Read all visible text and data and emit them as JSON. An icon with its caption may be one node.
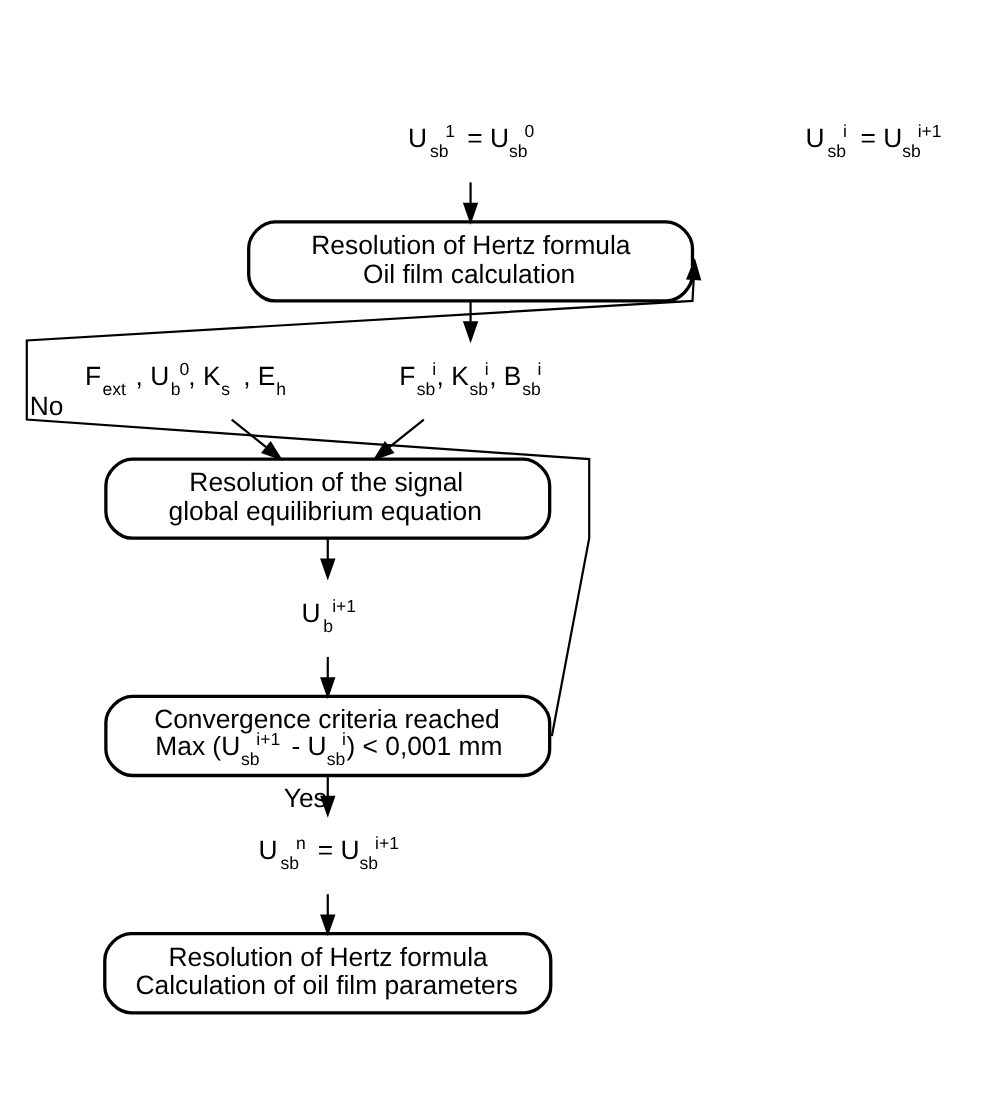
{
  "diagram": {
    "nodes": [
      {
        "text": [
          "U$_{sb}$$^{1}$ = U$_{sb}$$^{0}$"
        ]
      },
      {
        "text": [
          "Resolution of Hertz formula",
          "Oil film calculation"
        ]
      },
      {
        "text": [
          "F$_{sb}$$^{i}$, K$_{sb}$$^{i}$, B$_{sb}$$^{i}$"
        ]
      },
      {
        "text": [
          "F$_{ext}$ , U$_{b}$$^{0}$, K$_{s}$ , E$_{h}$"
        ]
      },
      {
        "text": [
          "Resolution of the signal global equilibrium equation"
        ]
      },
      {
        "text": [
          "U$_{b}$$^{i+1}$"
        ]
      },
      {
        "text": [
          "Convergence criteria reached",
          "Max (U$_{sb}$$^{i+1}$ - U$_{sb}$$^{i}$) < 0,001 mm"
        ]
      },
      {
        "text": [
          "U$_{sb}$$^{n}$ = U$_{sb}$$^{i+1}$"
        ]
      },
      {
        "text": [
          "Resolution of Hertz formula",
          "Calculation of oil film parameters"
        ]
      }
    ],
    "edges": [
      {
        "from": 0,
        "to": 1,
        "arrow": "to"
      },
      {
        "from": 1,
        "to": 2,
        "arrow": "to"
      },
      {
        "from": 2,
        "to": 4,
        "arrow": "to"
      },
      {
        "from": 3,
        "to": 4,
        "arrow": "to"
      },
      {
        "from": 4,
        "to": 5,
        "arrow": "to"
      },
      {
        "from": 5,
        "to": 6,
        "arrow": "to"
      },
      {
        "from": 6,
        "to": 1,
        "arrow": "to",
        "label": "No"
      },
      {
        "from": 6,
        "to": 7,
        "arrow": "to",
        "label": "Yes"
      },
      {
        "from": 7,
        "to": 8,
        "arrow": "to"
      }
    ],
    "labels": [
      "U$_{sb}$$^{i}$ = U$_{sb}$$^{i+1}$"
    ]
  }
}
